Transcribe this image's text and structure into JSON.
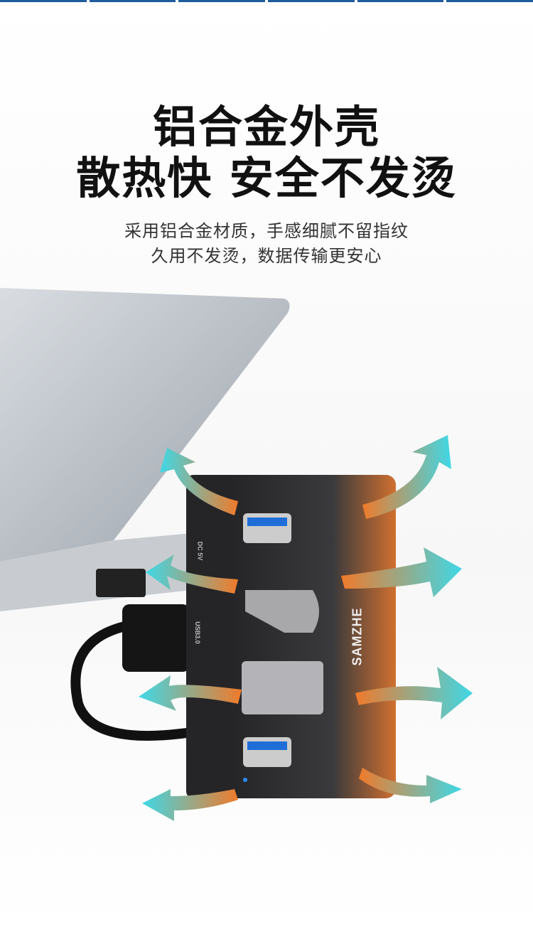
{
  "header": {
    "title_line1": "铝合金外壳",
    "title_line2": "散热快 安全不发烫",
    "subtitle_line1": "采用铝合金材质，手感细腻不留指纹",
    "subtitle_line2": "久用不发烫，数据传输更安心"
  },
  "product": {
    "brand": "SAMZHE",
    "power_label": "DC 5V",
    "port_label": "USB3.0"
  },
  "colors": {
    "accent_blue": "#1f5c9e",
    "arrow_cyan": "#3fd8e6",
    "arrow_orange": "#f07a2a",
    "hub_body": "#2c2c2e"
  }
}
